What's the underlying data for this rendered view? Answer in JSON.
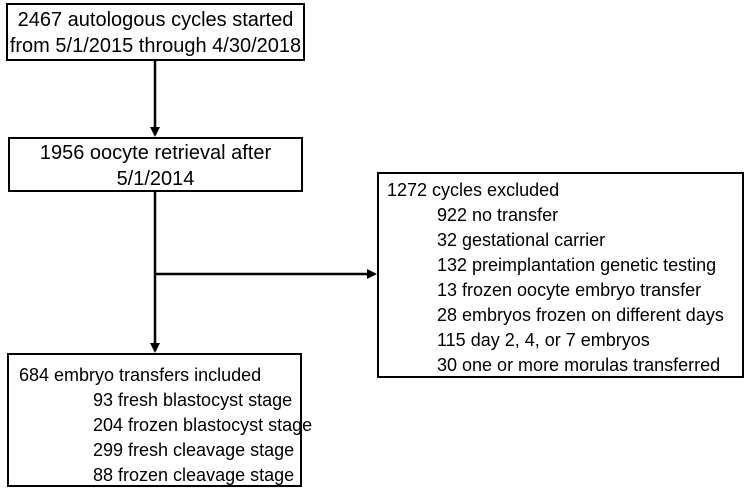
{
  "start_box": {
    "line1": "2467 autologous cycles started",
    "line2": "from 5/1/2015 through 4/30/2018"
  },
  "retrieval_box": {
    "line1": "1956 oocyte retrieval after",
    "line2": "5/1/2014"
  },
  "excluded_box": {
    "title": "1272 cycles excluded",
    "items": [
      "922 no transfer",
      "32 gestational carrier",
      "132 preimplantation genetic testing",
      "13 frozen oocyte embryo transfer",
      "28 embryos frozen on different days",
      "115 day 2, 4, or 7 embryos",
      "30 one or more morulas transferred"
    ]
  },
  "included_box": {
    "title": "684 embryo transfers included",
    "items": [
      "93 fresh blastocyst stage",
      "204 frozen blastocyst stage",
      "299 fresh cleavage stage",
      "88 frozen cleavage stage"
    ]
  }
}
